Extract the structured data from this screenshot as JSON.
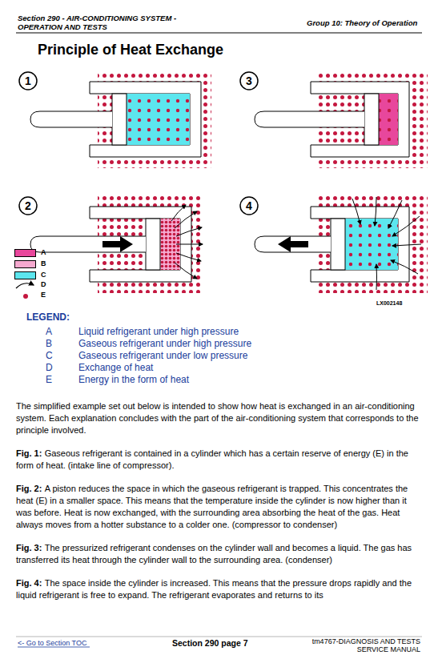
{
  "diagram": {
    "title": "Principle of Heat Exchange",
    "labels": [
      "Section 290 - AIR-CONDITIONING SYSTEM - OPERATION AND TESTS",
      "Group 10: Theory of Operation",
      "1",
      "3",
      "2",
      "4",
      "LX002148",
      "LEGEND:",
      "A",
      "Liquid refrigerant under high pressure",
      "B",
      "Gaseous refrigerant under high pressure",
      "C",
      "Gaseous refrigerant under low pressure",
      "D",
      "Exchange of heat",
      "E",
      "Energy in the form of heat",
      "The simplified example set out below is intended to show how heat is exchanged in an air-conditioning system. Each explanation concludes with the part of the air-conditioning system that corresponds to the principle involved.",
      "Fig. 1:",
      "Gaseous refrigerant is contained in a cylinder which has a certain reserve of energy (E) in the form of heat. (intake line of compressor).",
      "Fig. 2:",
      "A piston reduces the space in which the gaseous refrigerant is trapped. This concentrates the heat (E) in a smaller space. This means that the temperature inside the cylinder is now higher than it was before. Heat is now exchanged, with the surrounding area absorbing the heat of the gas. Heat always moves from a hotter substance to a colder one. (compressor to condenser)",
      "Fig. 3:",
      "The pressurized refrigerant condenses on the cylinder wall and becomes a liquid. The gas has transferred its heat through the cylinder wall to the surrounding area. (condenser)",
      "Fig. 4:",
      "The space inside the cylinder is increased. This means that the pressure drops rapidly and the liquid refrigerant is free to expand. The refrigerant evaporates and returns to its",
      "<- Go to Section TOC",
      "Section 290 page 7",
      "tm4767-DIAGNOSIS AND TESTS",
      "SERVICE MANUAL"
    ],
    "legend": [
      {
        "text": "A",
        "color": "#e8479c"
      },
      {
        "text": "B",
        "color": "#f5a9cf"
      },
      {
        "text": "C",
        "color": "#5ce6ee"
      },
      {
        "text": "D"
      },
      {
        "text": "E"
      }
    ]
  }
}
